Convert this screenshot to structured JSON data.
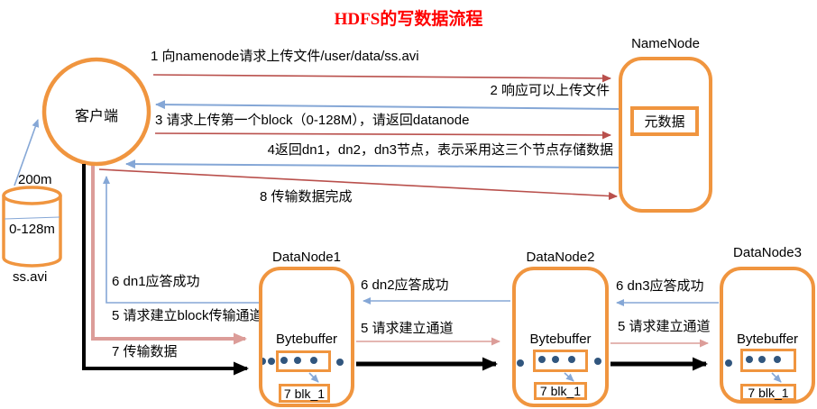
{
  "title": "HDFS的写数据流程",
  "client": {
    "label": "客户端"
  },
  "file": {
    "size_label": "200m",
    "block_label": "0-128m",
    "name": "ss.avi"
  },
  "namenode": {
    "title": "NameNode",
    "metadata_label": "元数据"
  },
  "flows": {
    "step1": "1 向namenode请求上传文件/user/data/ss.avi",
    "step2": "2 响应可以上传文件",
    "step3": "3 请求上传第一个block（0-128M），请返回datanode",
    "step4": "4返回dn1，dn2，dn3节点，表示采用这三个节点存储数据",
    "step8": "8 传输数据完成",
    "step6_dn1": "6 dn1应答成功",
    "step5_dn1": "5 请求建立block传输通道",
    "step7": "7 传输数据",
    "step6_dn2": "6 dn2应答成功",
    "step5_dn2": "5 请求建立通道",
    "step6_dn3": "6 dn3应答成功",
    "step5_dn3": "5 请求建立通道"
  },
  "datanodes": [
    {
      "title": "DataNode1",
      "buffer_label": "Bytebuffer",
      "block_label": "7 blk_1"
    },
    {
      "title": "DataNode2",
      "buffer_label": "Bytebuffer",
      "block_label": "7 blk_1"
    },
    {
      "title": "DataNode3",
      "buffer_label": "Bytebuffer",
      "block_label": "7 blk_1"
    }
  ],
  "colors": {
    "orange": "#F0953F",
    "red-title": "#FF0000",
    "red-line": "#B9504C",
    "blue-line": "#85A7D6",
    "pink-line": "#DC9D99",
    "black-line": "#000000",
    "dot": "#31567E"
  }
}
